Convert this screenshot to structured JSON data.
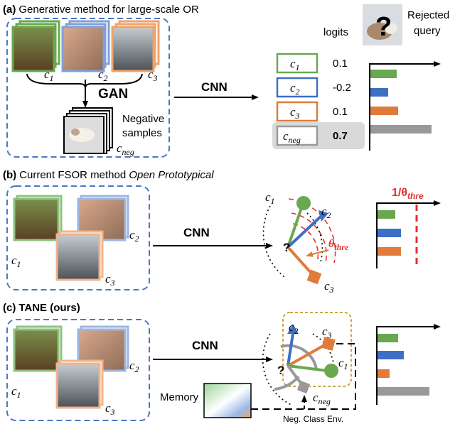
{
  "panels": {
    "a": {
      "tag": "(a)",
      "title": "Generative method for large-scale OR",
      "gan": "GAN",
      "negative_1": "Negative",
      "negative_2": "samples",
      "cnn": "CNN",
      "logits_header": "logits",
      "rejected_1": "Rejected",
      "rejected_2": "query",
      "query_glyph": "?",
      "logits": [
        {
          "class": "c",
          "sub": "1",
          "value": "0.1",
          "color": "#6aa84f"
        },
        {
          "class": "c",
          "sub": "2",
          "value": "-0.2",
          "color": "#3d6fc5"
        },
        {
          "class": "c",
          "sub": "3",
          "value": "0.1",
          "color": "#e07b39"
        },
        {
          "class": "c",
          "sub": "neg",
          "value": "0.7",
          "color": "#999999"
        }
      ]
    },
    "b": {
      "tag": "(b)",
      "title": "Current FSOR method ",
      "title_italic": "Open Prototypical",
      "cnn": "CNN",
      "threshold": "θ",
      "threshold_sub": "thre",
      "inv_threshold": "1/θ",
      "inv_threshold_sub": "thre",
      "query_glyph": "?"
    },
    "c": {
      "tag": "(c)",
      "title": "TANE (ours)",
      "cnn": "CNN",
      "memory": "Memory",
      "neg_env": "Neg. Class Env.",
      "query_glyph": "?"
    }
  },
  "classes": {
    "c": "c",
    "s1": "1",
    "s2": "2",
    "s3": "3",
    "neg": "neg"
  },
  "colors": {
    "box_border": "#4a78c2",
    "green": "#6aa84f",
    "blue": "#3d6fc5",
    "orange": "#e07b39",
    "gray": "#999999",
    "red": "#e03030"
  }
}
